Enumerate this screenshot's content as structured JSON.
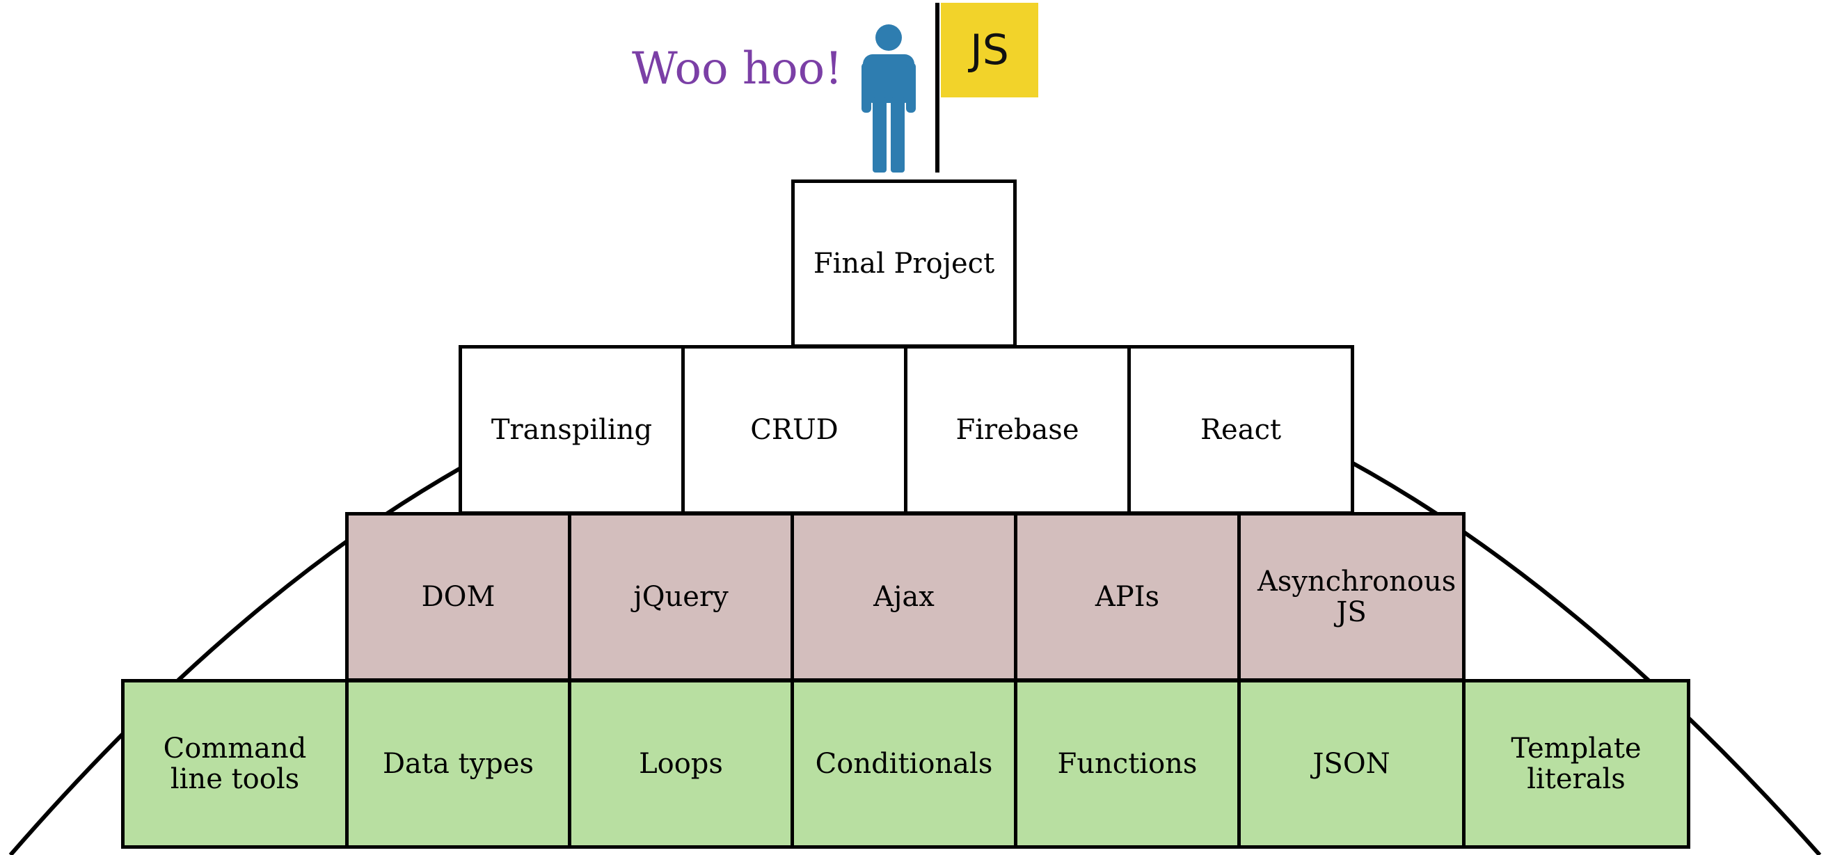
{
  "exclamation": "Woo hoo!",
  "flag_label": "JS",
  "colors": {
    "exclamation": "#7b3fa6",
    "flag": "#f2d32a",
    "person": "#2e7db0",
    "row_top": "#ffffff",
    "row_advanced": "#ffffff",
    "row_intermediate": "#d3bebd",
    "row_fundamentals": "#b8dfa1",
    "outline": "#000000"
  },
  "icons": [
    "person-icon",
    "flag-icon"
  ],
  "pyramid": {
    "top": [
      {
        "label": "Final Project"
      }
    ],
    "advanced": [
      {
        "label": "Transpiling"
      },
      {
        "label": "CRUD"
      },
      {
        "label": "Firebase"
      },
      {
        "label": "React"
      }
    ],
    "intermediate": [
      {
        "label": "DOM"
      },
      {
        "label": "jQuery"
      },
      {
        "label": "Ajax"
      },
      {
        "label": "APIs"
      },
      {
        "label": "Asynchronous JS"
      }
    ],
    "fundamentals": [
      {
        "label": "Command line tools"
      },
      {
        "label": "Data types"
      },
      {
        "label": "Loops"
      },
      {
        "label": "Conditionals"
      },
      {
        "label": "Functions"
      },
      {
        "label": "JSON"
      },
      {
        "label": "Template literals"
      }
    ]
  }
}
